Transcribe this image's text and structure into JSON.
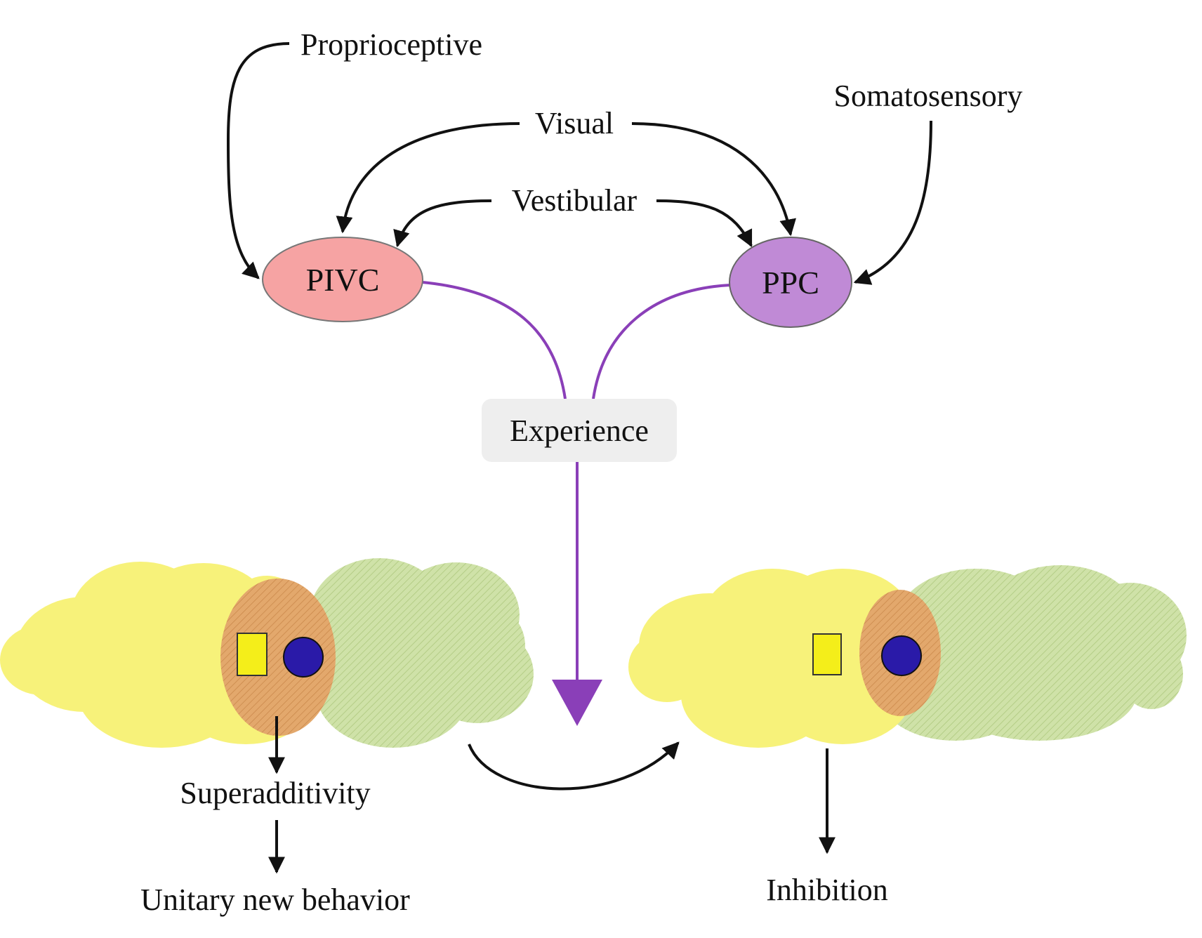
{
  "inputs": {
    "proprioceptive": "Proprioceptive",
    "visual": "Visual",
    "vestibular": "Vestibular",
    "somatosensory": "Somatosensory"
  },
  "nodes": {
    "pivc": {
      "label": "PIVC",
      "color": "#f6a3a3"
    },
    "ppc": {
      "label": "PPC",
      "color": "#c08ad6"
    }
  },
  "experience": {
    "label": "Experience",
    "color": "#b83232",
    "box_color": "#eeeeee"
  },
  "outcomes": {
    "superadditivity": "Superadditivity",
    "unitary": "Unitary new behavior",
    "inhibition": "Inhibition"
  },
  "colors": {
    "yellow_region": "#f7f27a",
    "green_region": "#c9deA0",
    "overlap_region": "#e0a46a",
    "square": "#f4ee1a",
    "circle": "#2a1aa8",
    "purple_arrow": "#8a3fb8",
    "black_arrow": "#111111"
  }
}
